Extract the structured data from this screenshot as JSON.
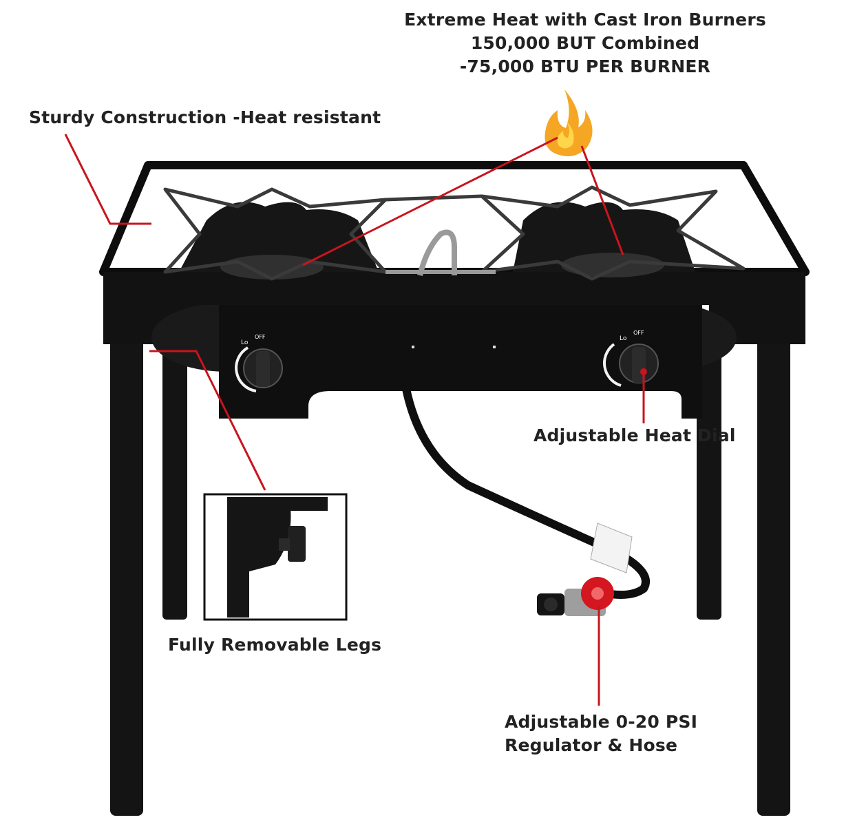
{
  "labels": {
    "heat_line_1": "Extreme Heat with Cast Iron Burners",
    "heat_line_2": "150,000 BUT Combined",
    "heat_line_3": "-75,000 BTU PER BURNER",
    "sturdy": "Sturdy Construction -Heat resistant",
    "heat_dial": "Adjustable Heat Dial",
    "removable_legs": "Fully Removable Legs",
    "regulator_line_1": "Adjustable 0-20 PSI",
    "regulator_line_2": "Regulator & Hose"
  },
  "knob_marks": {
    "lo": "Lo",
    "off": "OFF"
  },
  "colors": {
    "callout_red": "#c8141e",
    "stove_black": "#111111",
    "flame_orange": "#f5a623",
    "flame_yellow": "#ffd54a"
  },
  "icons": [
    "flame-icon"
  ]
}
